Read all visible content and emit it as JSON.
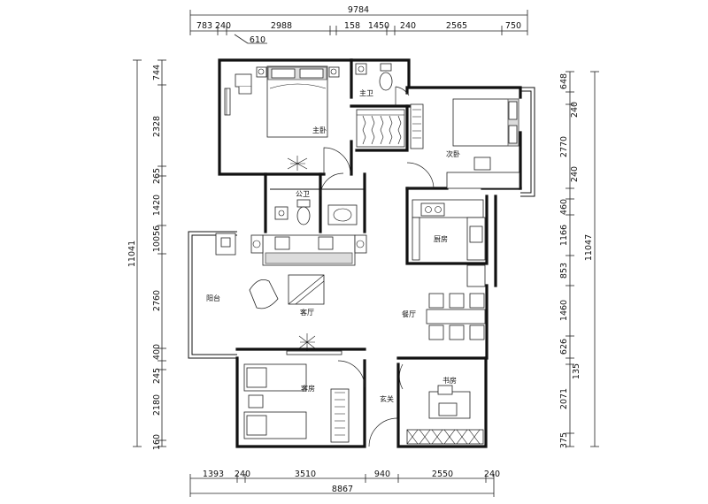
{
  "top_dims": {
    "overall": "9784",
    "segments": [
      "783",
      "240",
      "2988",
      "158",
      "1450",
      "240",
      "2565",
      "750"
    ],
    "callout": "610"
  },
  "bottom_dims": {
    "overall": "8867",
    "segments": [
      "1393",
      "240",
      "3510",
      "940",
      "2550",
      "240"
    ]
  },
  "left_dims": {
    "overall": "11041",
    "segments": [
      "744",
      "2328",
      "265",
      "1420",
      "10056",
      "2760",
      "400",
      "245",
      "2180",
      "160"
    ]
  },
  "right_dims": {
    "overall": "11047",
    "segments": [
      "648",
      "240",
      "2770",
      "240",
      "460",
      "1166",
      "853",
      "1460",
      "626",
      "135",
      "2071",
      "375"
    ]
  },
  "rooms": {
    "master_bedroom": "主卧",
    "master_bath": "主卫",
    "second_bedroom": "次卧",
    "public_bath": "公卫",
    "kitchen": "厨房",
    "balcony": "阳台",
    "living_room": "客厅",
    "dining_room": "餐厅",
    "guest_room": "客房",
    "entrance": "玄关",
    "study": "书房"
  }
}
